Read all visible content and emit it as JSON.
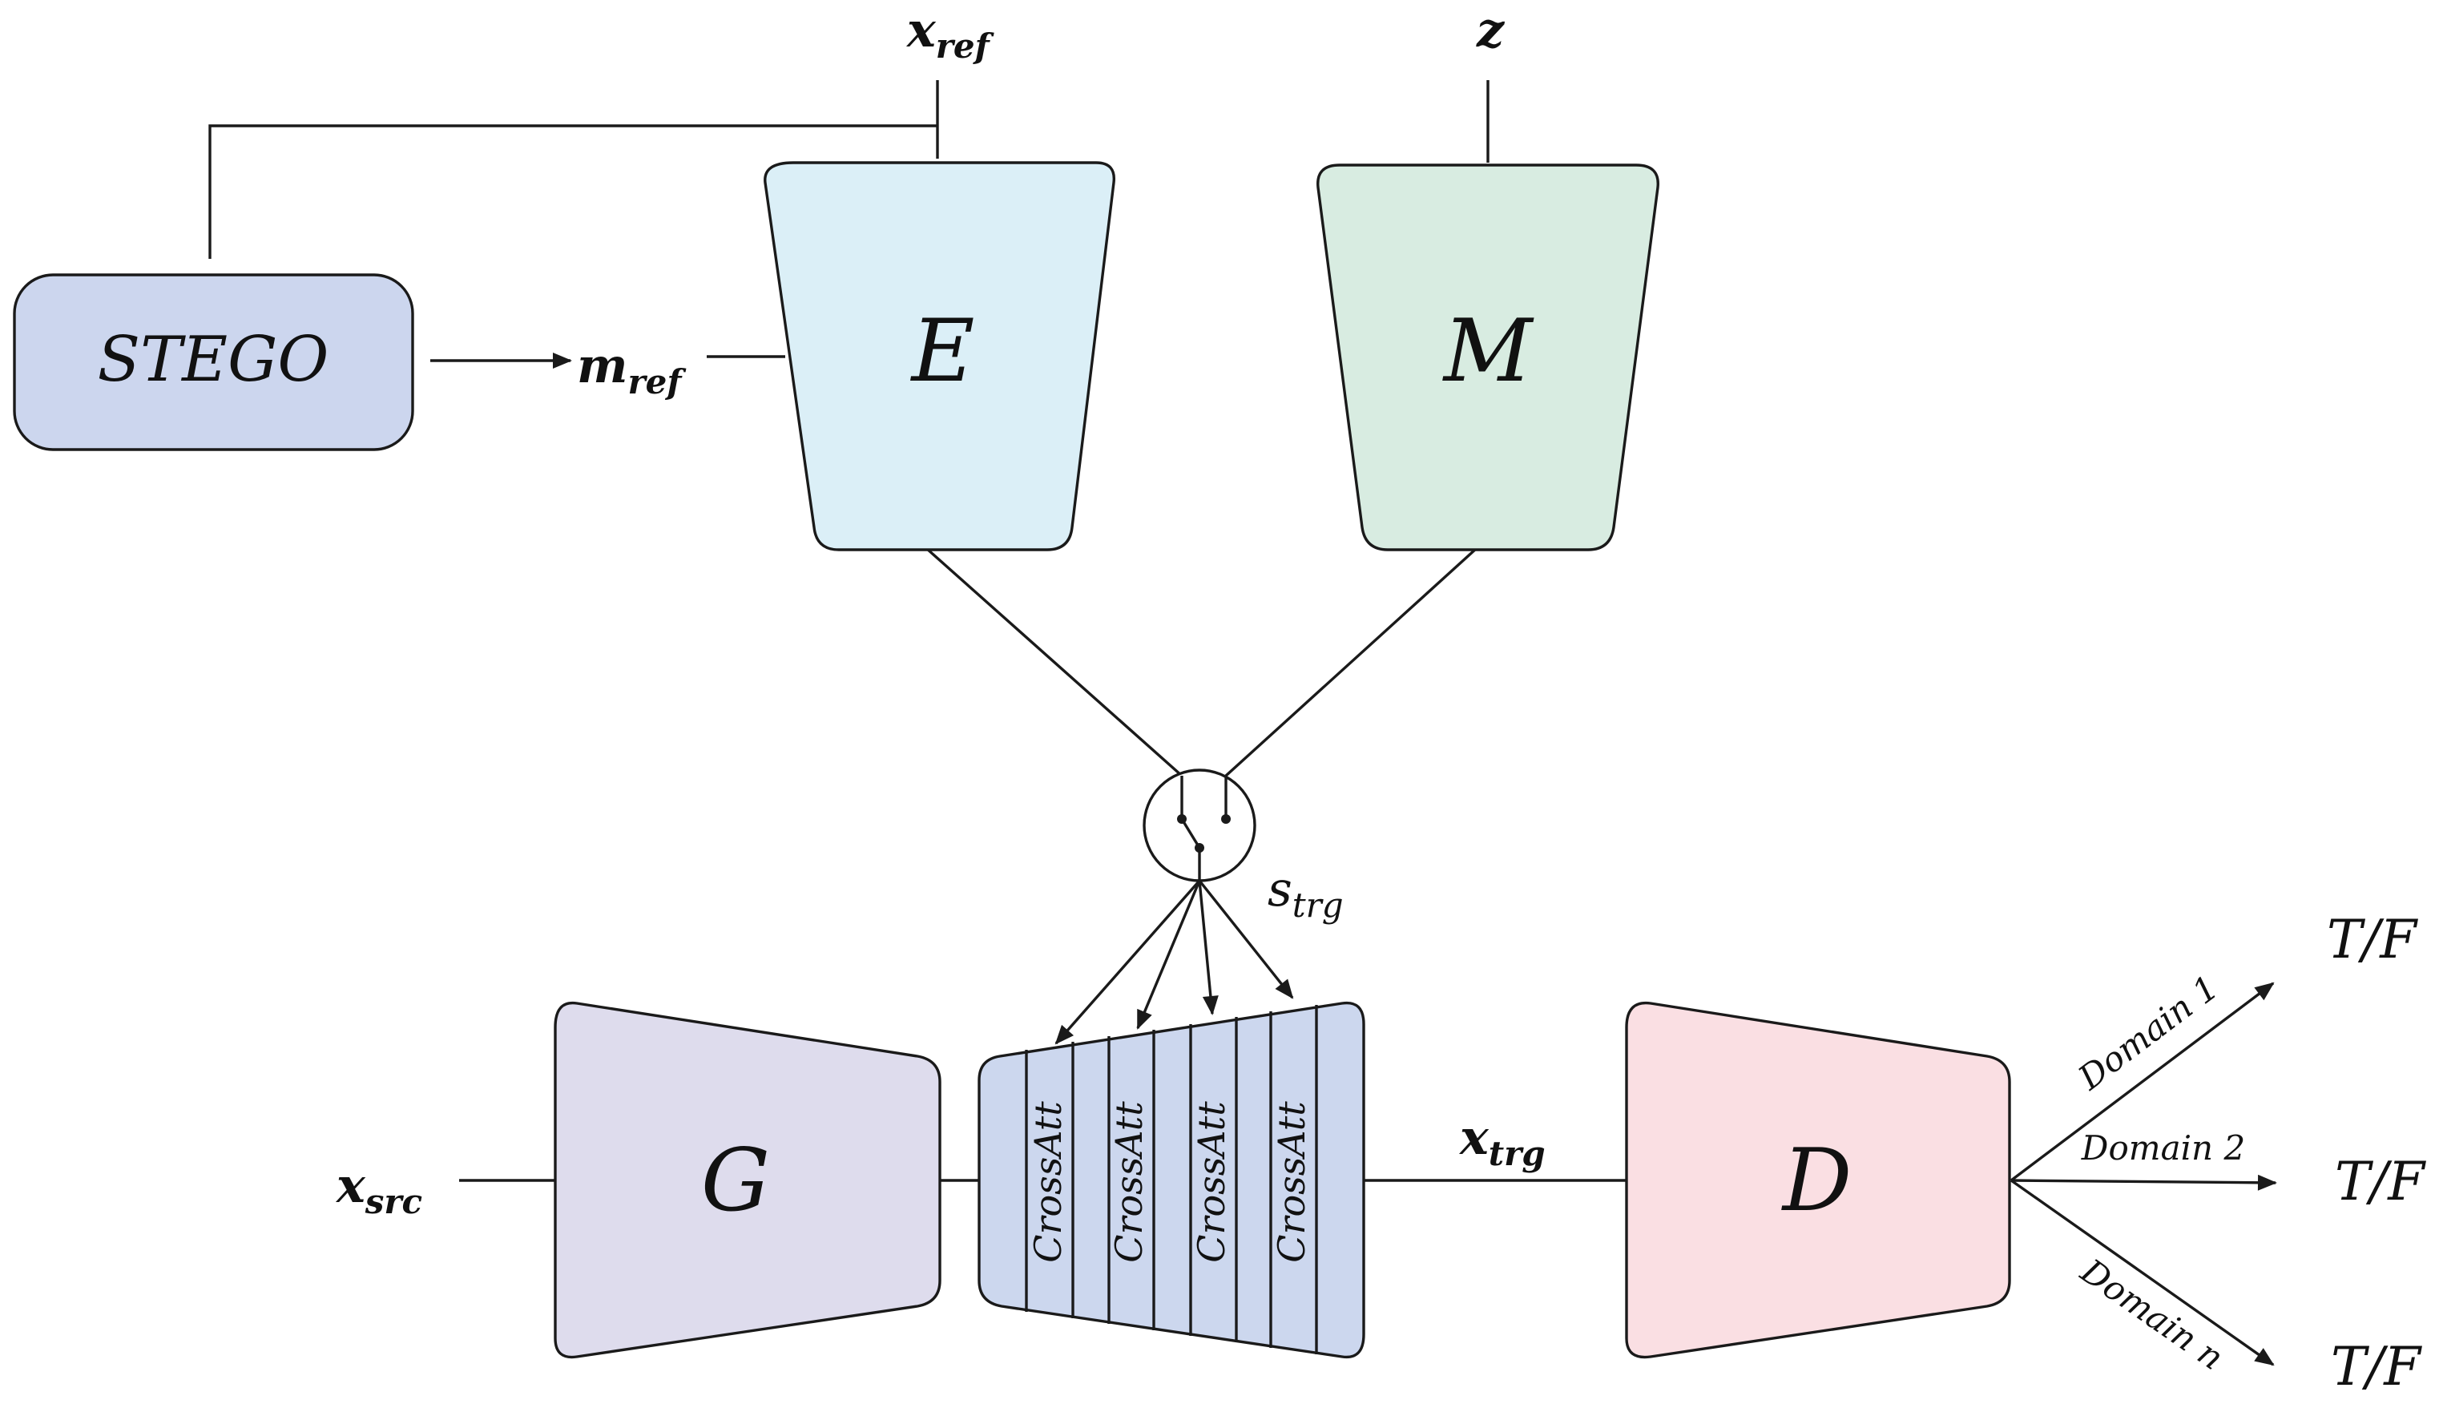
{
  "inputs": {
    "x_ref": {
      "base": "x",
      "sub": "ref"
    },
    "z": {
      "base": "z"
    },
    "m_ref": {
      "base": "m",
      "sub": "ref"
    },
    "x_src": {
      "base": "x",
      "sub": "src"
    },
    "x_trg": {
      "base": "x",
      "sub": "trg"
    },
    "s_trg": {
      "base": "s",
      "sub": "trg"
    }
  },
  "blocks": {
    "stego": "STEGO",
    "encoder": "E",
    "mapping": "M",
    "generator": "G",
    "discriminator": "D"
  },
  "cross_attention": [
    "CrossAtt",
    "CrossAtt",
    "CrossAtt",
    "CrossAtt"
  ],
  "outputs": [
    {
      "branch": "Domain 1",
      "result": "T/F"
    },
    {
      "branch": "Domain 2",
      "result": "T/F"
    },
    {
      "branch": "Domain n",
      "result": "T/F"
    }
  ],
  "colors": {
    "stego": "#ccd6ee",
    "encoder": "#dbeff7",
    "mapping": "#d8ece1",
    "generator": "#dedced",
    "cross_att": "#ccd7ee",
    "discriminator": "#fadfe3",
    "line": "#1a1a1a"
  }
}
